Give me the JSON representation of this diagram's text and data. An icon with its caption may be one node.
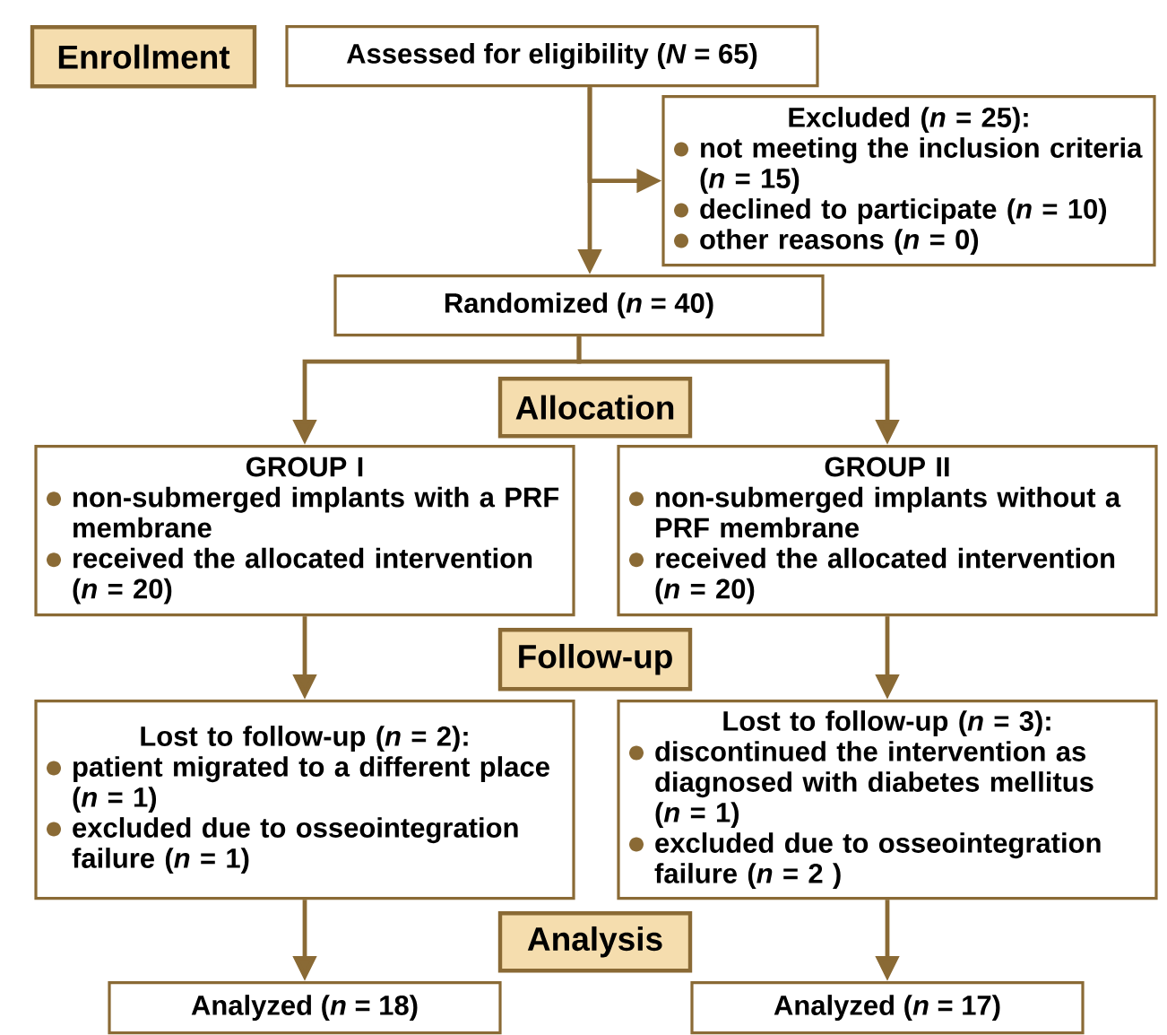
{
  "diagram": {
    "nodes": [
      {
        "text": [
          "Enrollment"
        ]
      },
      {
        "text": [
          "Assessed for eligibility (*N* = 65)"
        ]
      },
      {
        "text": [
          "Excluded (*n* = 25):",
          "not meeting the inclusion criteria (*n* = 15)",
          "declined to participate (*n* = 10)",
          "other reasons (*n* = 0)"
        ]
      },
      {
        "text": [
          "Randomized (*n* = 40)"
        ]
      },
      {
        "text": [
          "Allocation"
        ]
      },
      {
        "text": [
          "GROUP I",
          "non-submerged implants with a PRF membrane",
          "received the allocated intervention (*n* = 20)"
        ]
      },
      {
        "text": [
          "GROUP II",
          "non-submerged implants without a PRF membrane",
          "received the allocated intervention (*n* = 20)"
        ]
      },
      {
        "text": [
          "Follow-up"
        ]
      },
      {
        "text": [
          "Lost to follow-up (*n* = 2):",
          "patient migrated to a different place (*n* = 1)",
          "excluded due to osseointegration failure (*n* = 1)"
        ]
      },
      {
        "text": [
          "Lost to follow-up (*n* = 3):",
          "discontinued the intervention as diagnosed with diabetes mellitus (*n* = 1)",
          "excluded due to osseointegration failure (*n* = 2 )"
        ]
      },
      {
        "text": [
          "Analysis"
        ]
      },
      {
        "text": [
          "Analyzed (*n* = 18)"
        ]
      },
      {
        "text": [
          "Analyzed (*n* = 17)"
        ]
      }
    ],
    "edges": [
      {
        "from": 1,
        "to": 3,
        "arrow": "to"
      },
      {
        "from": 1,
        "to": 2,
        "arrow": "to"
      },
      {
        "from": 3,
        "to": 5,
        "arrow": "to"
      },
      {
        "from": 3,
        "to": 6,
        "arrow": "to"
      },
      {
        "from": 5,
        "to": 8,
        "arrow": "to"
      },
      {
        "from": 6,
        "to": 9,
        "arrow": "to"
      },
      {
        "from": 8,
        "to": 11,
        "arrow": "to"
      },
      {
        "from": 9,
        "to": 12,
        "arrow": "to"
      }
    ]
  }
}
